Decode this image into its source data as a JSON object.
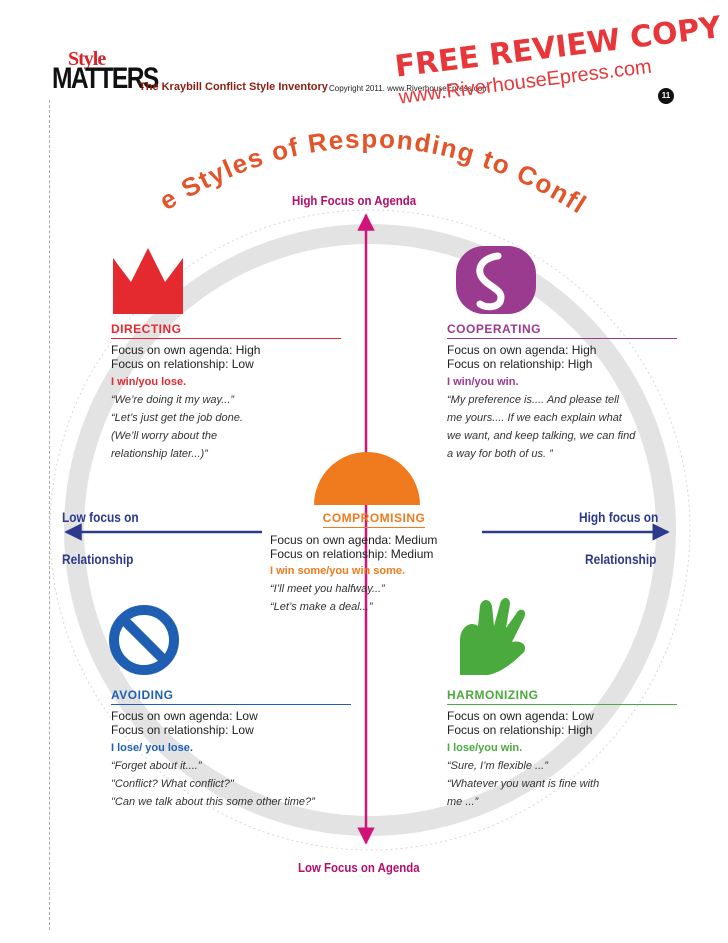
{
  "header": {
    "logo_style": "Style",
    "logo_matters": "MATTERS",
    "title": "The Kraybill Conflict Style Inventory",
    "copyright": "Copyright 2011. www.RiverhouseEpress.com",
    "page_number": "11"
  },
  "stamp": {
    "line1": "FREE REVIEW COPY",
    "line2": "www.RiverhouseEpress.com"
  },
  "main_title": "Five Styles of Responding to Conflict",
  "axes": {
    "top": "High Focus on Agenda",
    "bottom": "Low Focus on Agenda",
    "left_line1": "Low focus on",
    "left_line2": "Relationship",
    "right_line1": "High focus on",
    "right_line2": "Relationship"
  },
  "colors": {
    "directing": "#e42a2e",
    "cooperating": "#9b3b8f",
    "compromising": "#f07b1e",
    "avoiding": "#1f5fb3",
    "harmonizing": "#4aaa3d",
    "vertical_axis": "#d1147a",
    "horizontal_axis": "#2b3a8b"
  },
  "styles": {
    "directing": {
      "title": "DIRECTING",
      "agenda": "Focus on own agenda: High",
      "relationship": "Focus on relationship:  Low",
      "result": "I win/you lose.",
      "quotes": [
        "“We’re doing it my way...”",
        "“Let’s just get the job done.",
        "(We’ll worry about the",
        "relationship later...)”"
      ]
    },
    "cooperating": {
      "title": "COOPERATING",
      "agenda": "Focus on own agenda: High",
      "relationship": "Focus on relationship:  High",
      "result": "I win/you win.",
      "quotes": [
        "“My preference is.... And please tell",
        "me yours.... If we each explain what",
        "we want, and keep talking, we can find",
        "a way for both of us. ”"
      ]
    },
    "compromising": {
      "title": "COMPROMISING",
      "agenda": "Focus on own agenda: Medium",
      "relationship": "Focus on relationship:  Medium",
      "result": "I win some/you win some.",
      "quotes": [
        "“I’ll meet you halfway...”",
        "“Let’s make a deal...”"
      ]
    },
    "avoiding": {
      "title": "AVOIDING",
      "agenda": "Focus on own agenda: Low",
      "relationship": "Focus on relationship:  Low",
      "result": "I lose/ you lose.",
      "quotes": [
        "“Forget about it....”",
        "\"Conflict?  What conflict?\"",
        "\"Can we talk about this some other time?”"
      ]
    },
    "harmonizing": {
      "title": "HARMONIZING",
      "agenda": "Focus on own agenda: Low",
      "relationship": "Focus on relationship:  High",
      "result": " I lose/you win.",
      "quotes": [
        "“Sure, I’m flexible ...”",
        "“Whatever you want is fine with",
        "me ...”"
      ]
    }
  }
}
